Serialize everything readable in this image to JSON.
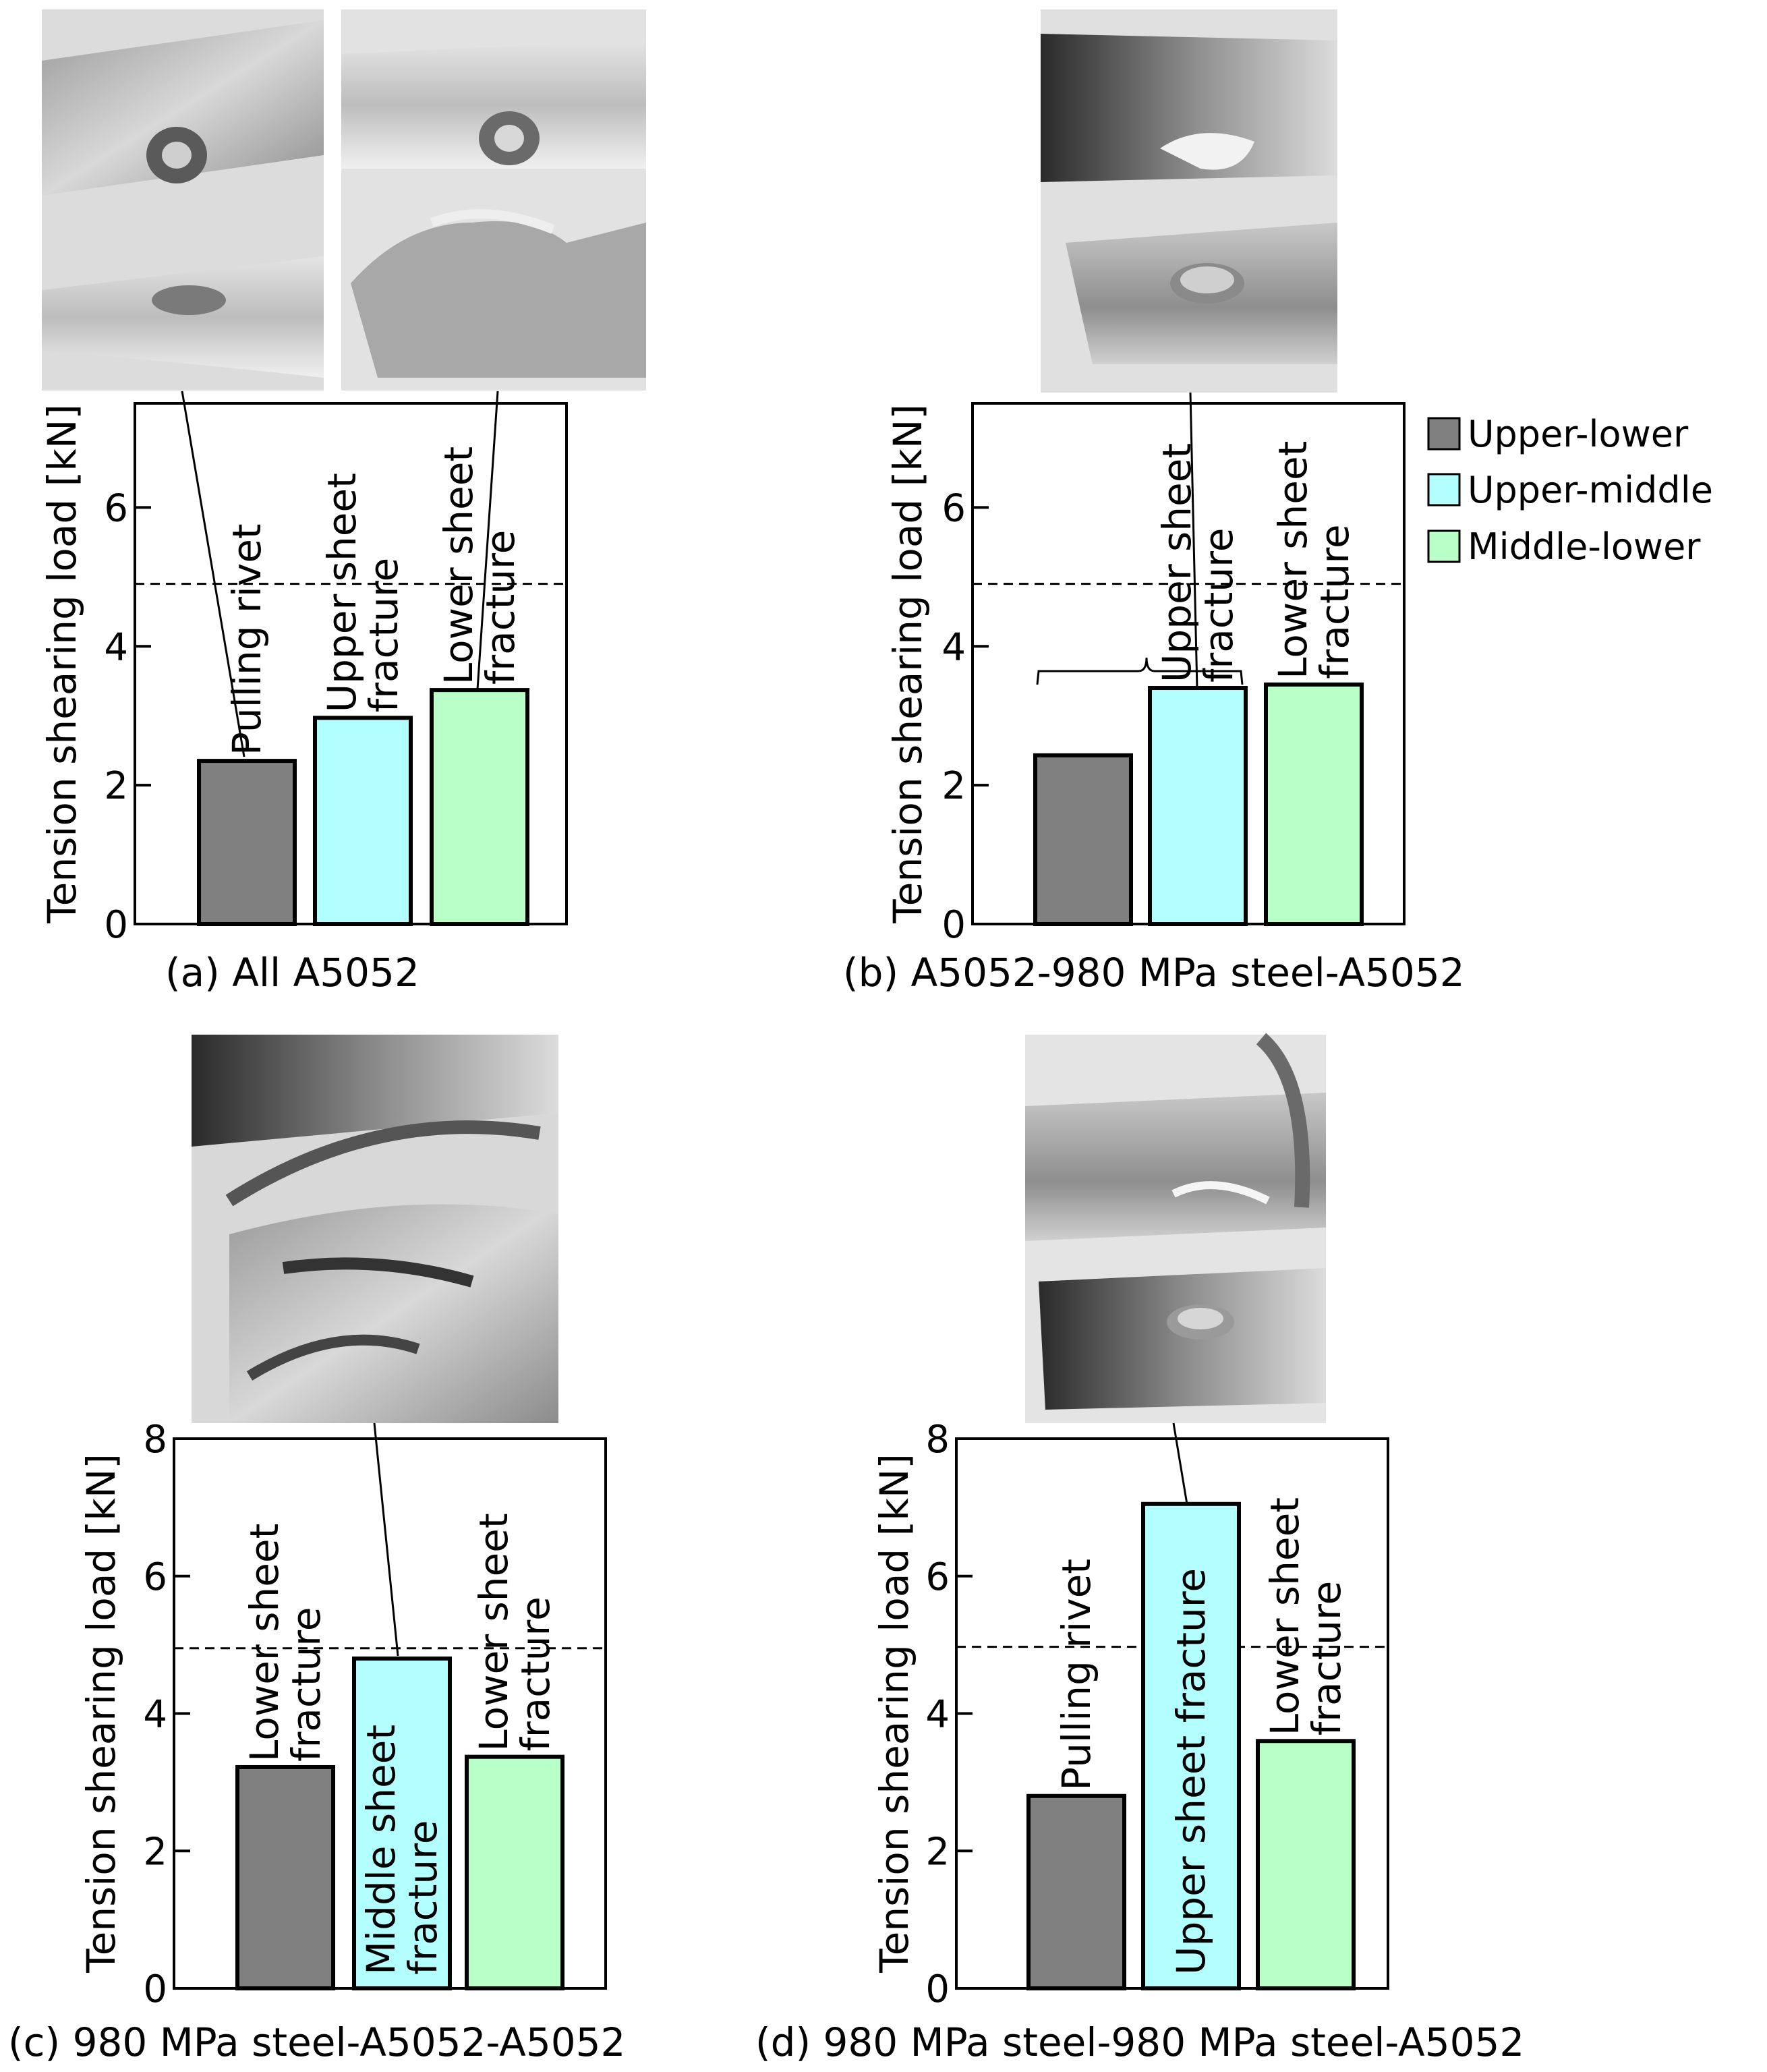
{
  "legend": {
    "items": [
      {
        "label": "Upper-lower",
        "color": "#808080",
        "text_color": "#000000"
      },
      {
        "label": "Upper-middle",
        "color": "#b3ffff",
        "text_color": "#3a2ee0"
      },
      {
        "label": "Middle-lower",
        "color": "#b8ffc8",
        "text_color": "#1e5a1e"
      }
    ]
  },
  "colors": {
    "upper_lower": "#808080",
    "upper_middle": "#b3ffff",
    "middle_lower": "#b8ffc8"
  },
  "chart_data": [
    {
      "type": "bar",
      "title": "(a) All A5052",
      "ylabel": "Tension shearing load [kN]",
      "ylim": [
        0,
        7.5
      ],
      "yticks": [
        0,
        2,
        4,
        6
      ],
      "reference_line": 4.9,
      "categories": [
        "Upper-lower",
        "Upper-middle",
        "Middle-lower"
      ],
      "values": [
        2.35,
        2.97,
        3.37
      ],
      "bar_labels": [
        [
          "Pulling rivet"
        ],
        [
          "Upper sheet",
          "fracture"
        ],
        [
          "Lower sheet",
          "fracture"
        ]
      ]
    },
    {
      "type": "bar",
      "title": "(b) A5052-980 MPa steel-A5052",
      "ylabel": "Tension shearing load [kN]",
      "ylim": [
        0,
        7.5
      ],
      "yticks": [
        0,
        2,
        4,
        6
      ],
      "reference_line": 4.9,
      "categories": [
        "Upper-lower",
        "Upper-middle",
        "Middle-lower"
      ],
      "values": [
        2.43,
        3.4,
        3.45
      ],
      "bar_labels": [
        [],
        [
          "Upper sheet",
          "fracture"
        ],
        [
          "Lower sheet",
          "fracture"
        ]
      ]
    },
    {
      "type": "bar",
      "title": "(c) 980 MPa steel-A5052-A5052",
      "ylabel": "Tension shearing load [kN]",
      "ylim": [
        0,
        8
      ],
      "yticks": [
        0,
        2,
        4,
        6,
        8
      ],
      "reference_line": 4.95,
      "categories": [
        "Upper-lower",
        "Upper-middle",
        "Middle-lower"
      ],
      "values": [
        3.22,
        4.8,
        3.37
      ],
      "bar_labels": [
        [
          "Lower sheet",
          "fracture"
        ],
        [
          "Middle sheet",
          "fracture"
        ],
        [
          "Lower sheet",
          "fracture"
        ]
      ]
    },
    {
      "type": "bar",
      "title": "(d) 980 MPa steel-980 MPa steel-A5052",
      "ylabel": "Tension shearing load [kN]",
      "ylim": [
        0,
        8
      ],
      "yticks": [
        0,
        2,
        4,
        6,
        8
      ],
      "reference_line": 4.97,
      "categories": [
        "Upper-lower",
        "Upper-middle",
        "Middle-lower"
      ],
      "values": [
        2.8,
        7.05,
        3.6
      ],
      "bar_labels": [
        [
          "Pulling rivet"
        ],
        [
          "Upper sheet fracture"
        ],
        [
          "Lower sheet",
          "fracture"
        ]
      ]
    }
  ]
}
